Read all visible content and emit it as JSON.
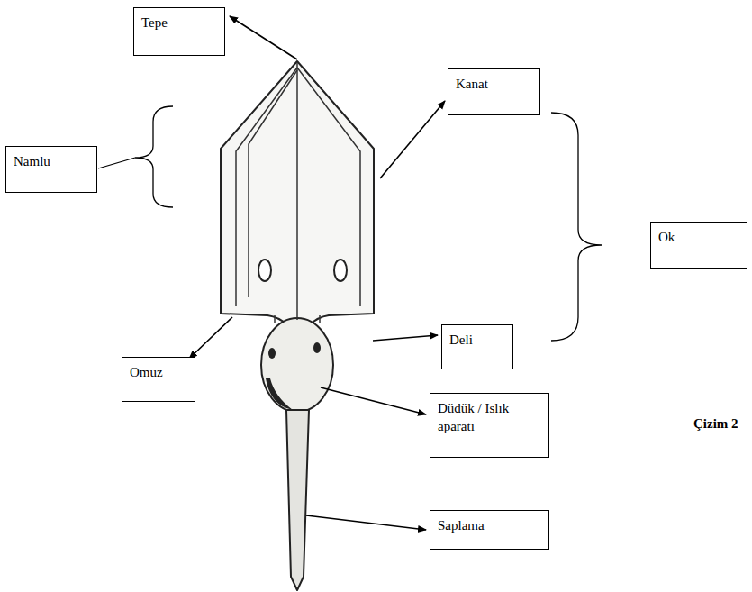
{
  "diagram": {
    "nodes": [
      {
        "text": [
          "Tepe"
        ]
      },
      {
        "text": [
          "Namlu"
        ]
      },
      {
        "text": [
          "Kanat"
        ]
      },
      {
        "text": [
          "Ok"
        ]
      },
      {
        "text": [
          "Deli"
        ]
      },
      {
        "text": [
          "Omuz"
        ]
      },
      {
        "text": [
          "Düdük / Islık aparatı"
        ]
      },
      {
        "text": [
          "Saplama"
        ]
      }
    ],
    "edges": [],
    "labels": [
      "Çizim 2"
    ]
  }
}
